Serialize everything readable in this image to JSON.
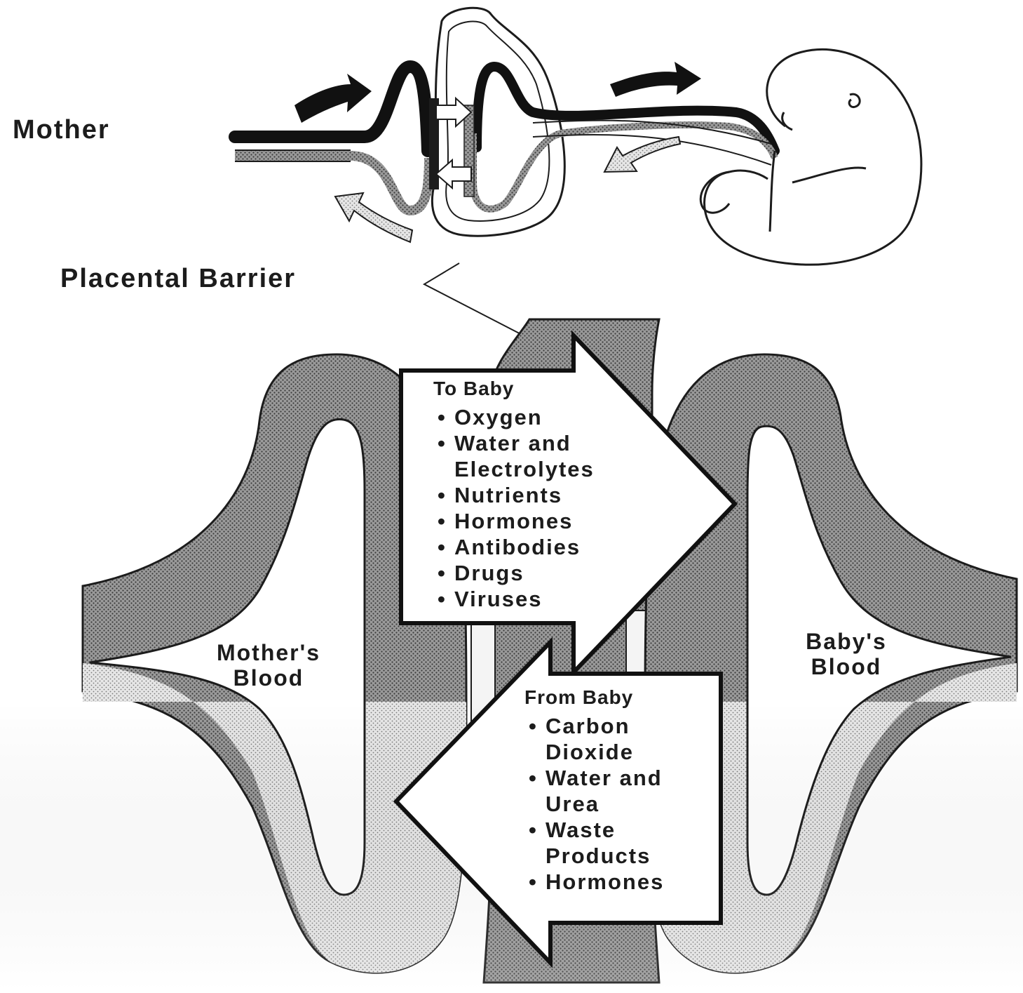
{
  "labels": {
    "mother": "Mother",
    "placental_barrier": "Placental Barrier",
    "mothers_blood": "Mother's Blood",
    "babys_blood": "Baby's Blood"
  },
  "to_baby": {
    "title": "To Baby",
    "items": [
      "Oxygen",
      "Water and Electrolytes",
      "Nutrients",
      "Hormones",
      "Antibodies",
      "Drugs",
      "Viruses"
    ]
  },
  "from_baby": {
    "title": "From Baby",
    "items": [
      "Carbon Dioxide",
      "Water and Urea",
      "Waste Products",
      "Hormones"
    ]
  },
  "colors": {
    "ink": "#1c1c1c",
    "stipple_dark": "#8a8a8a",
    "stipple_light": "#cfcfcf",
    "paper": "#ffffff"
  }
}
